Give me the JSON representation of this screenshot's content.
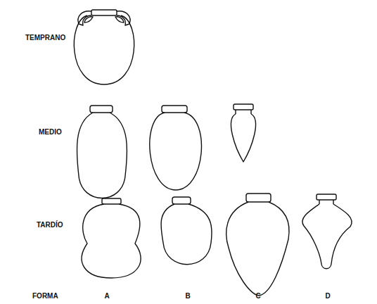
{
  "diagram": {
    "labels": [
      "TEMPRANO",
      "MEDIO",
      "TARDÍO",
      "FORMA",
      "A",
      "B",
      "C",
      "D"
    ]
  }
}
